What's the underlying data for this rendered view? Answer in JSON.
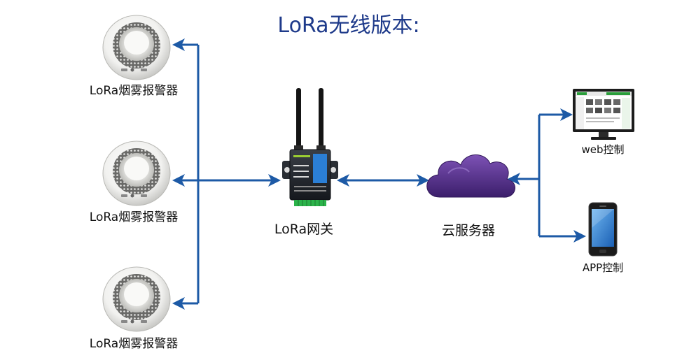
{
  "title": "LoRa无线版本:",
  "detectors": [
    {
      "label": "LoRa烟雾报警器"
    },
    {
      "label": "LoRa烟雾报警器"
    },
    {
      "label": "LoRa烟雾报警器"
    }
  ],
  "gateway": {
    "label": "LoRa网关"
  },
  "cloud": {
    "label": "云服务器"
  },
  "web": {
    "label": "web控制"
  },
  "app": {
    "label": "APP控制"
  },
  "colors": {
    "arrow": "#1d5aa6",
    "cloud_dark": "#3b1e6b",
    "cloud_light": "#7d52b5",
    "title": "#1e3a8a"
  }
}
